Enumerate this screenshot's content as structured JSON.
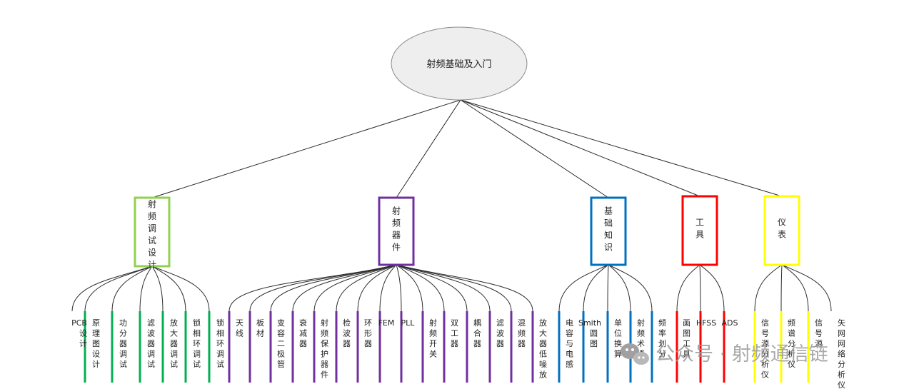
{
  "root": {
    "label": "射频基础及入门"
  },
  "categories": [
    {
      "id": "rf-debug-design",
      "label": "射频调试设计",
      "color": "#92d050",
      "leaves": [
        {
          "label": "PCB 设计",
          "color": null
        },
        {
          "label": "原理图设计",
          "color": "#00b050"
        },
        {
          "label": "功分器调试",
          "color": "#00b050"
        },
        {
          "label": "滤波器调试",
          "color": "#00b050"
        },
        {
          "label": "放大器调试",
          "color": "#00b050"
        },
        {
          "label": "锁相环调试",
          "color": "#00b050"
        },
        {
          "label": "锁相环调试",
          "color": "#00b050"
        }
      ]
    },
    {
      "id": "rf-devices",
      "label": "射频器件",
      "color": "#7030a0",
      "leaves": [
        {
          "label": "天线",
          "color": "#7030a0"
        },
        {
          "label": "板材",
          "color": "#7030a0"
        },
        {
          "label": "变容二极管",
          "color": "#7030a0"
        },
        {
          "label": "衰减器",
          "color": "#7030a0"
        },
        {
          "label": "射频保护器件",
          "color": "#7030a0"
        },
        {
          "label": "检波器",
          "color": "#7030a0"
        },
        {
          "label": "环形器",
          "color": "#7030a0"
        },
        {
          "label": "FEM",
          "color": "#7030a0"
        },
        {
          "label": "PLL",
          "color": "#7030a0"
        },
        {
          "label": "射频开关",
          "color": "#7030a0"
        },
        {
          "label": "双工器",
          "color": "#7030a0"
        },
        {
          "label": "耦合器",
          "color": "#7030a0"
        },
        {
          "label": "滤波器",
          "color": "#7030a0"
        },
        {
          "label": "混频器",
          "color": "#7030a0"
        },
        {
          "label": "放大器低噪放",
          "color": "#7030a0"
        }
      ]
    },
    {
      "id": "fundamentals",
      "label": "基础知识",
      "color": "#0070c0",
      "leaves": [
        {
          "label": "电容与电感",
          "color": "#0070c0"
        },
        {
          "label": "Smith 圆图",
          "color": "#0070c0"
        },
        {
          "label": "单位换算",
          "color": "#0070c0"
        },
        {
          "label": "射频术语",
          "color": "#0070c0"
        },
        {
          "label": "频率划分",
          "color": "#0070c0"
        }
      ]
    },
    {
      "id": "tools",
      "label": "工具",
      "color": "#ff0000",
      "leaves": [
        {
          "label": "画图工具",
          "color": "#ff0000"
        },
        {
          "label": "HFSS",
          "color": "#ff0000"
        },
        {
          "label": "ADS",
          "color": "#ff0000"
        }
      ]
    },
    {
      "id": "instruments",
      "label": "仪表",
      "color": "#ffff00",
      "leaves": [
        {
          "label": "信号源分析仪",
          "color": "#ffff00"
        },
        {
          "label": "频谱分析仪",
          "color": "#ffff00"
        },
        {
          "label": "信号源",
          "color": "#ffff00"
        },
        {
          "label": "矢网网络分析仪",
          "color": null
        }
      ]
    }
  ],
  "watermark": {
    "text": "公众号 · 射频通信链",
    "icon": "wechat-icon"
  }
}
